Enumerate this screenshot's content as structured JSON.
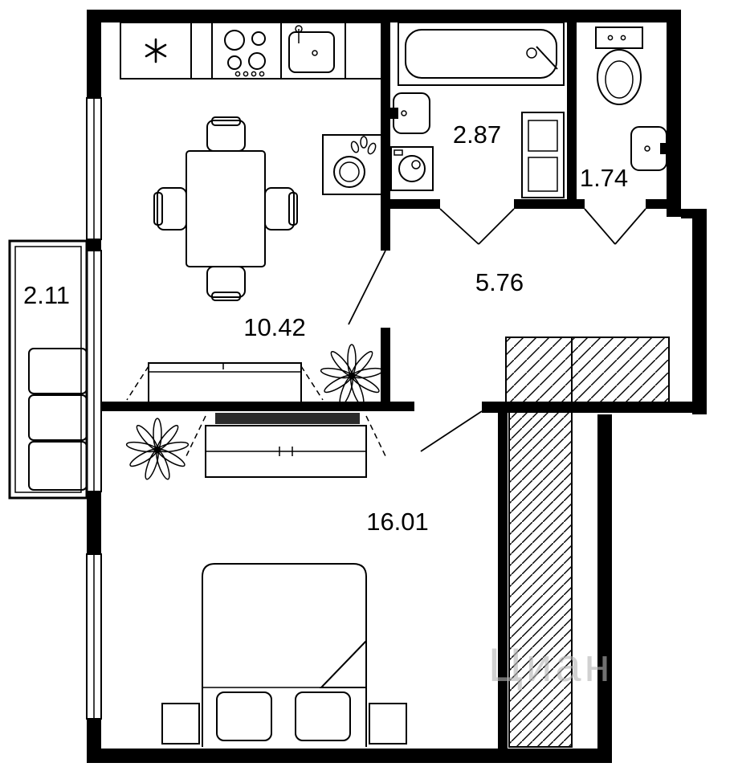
{
  "floor_plan": {
    "rooms": {
      "kitchen_living": {
        "label": "10.42"
      },
      "bathroom": {
        "label": "2.87"
      },
      "wc": {
        "label": "1.74"
      },
      "hallway": {
        "label": "5.76"
      },
      "bedroom": {
        "label": "16.01"
      },
      "balcony": {
        "label": "2.11"
      }
    },
    "watermark": {
      "text": "Циан"
    },
    "colors": {
      "wall": "#000000",
      "background": "#ffffff",
      "watermark": "#b5b5b5"
    }
  }
}
